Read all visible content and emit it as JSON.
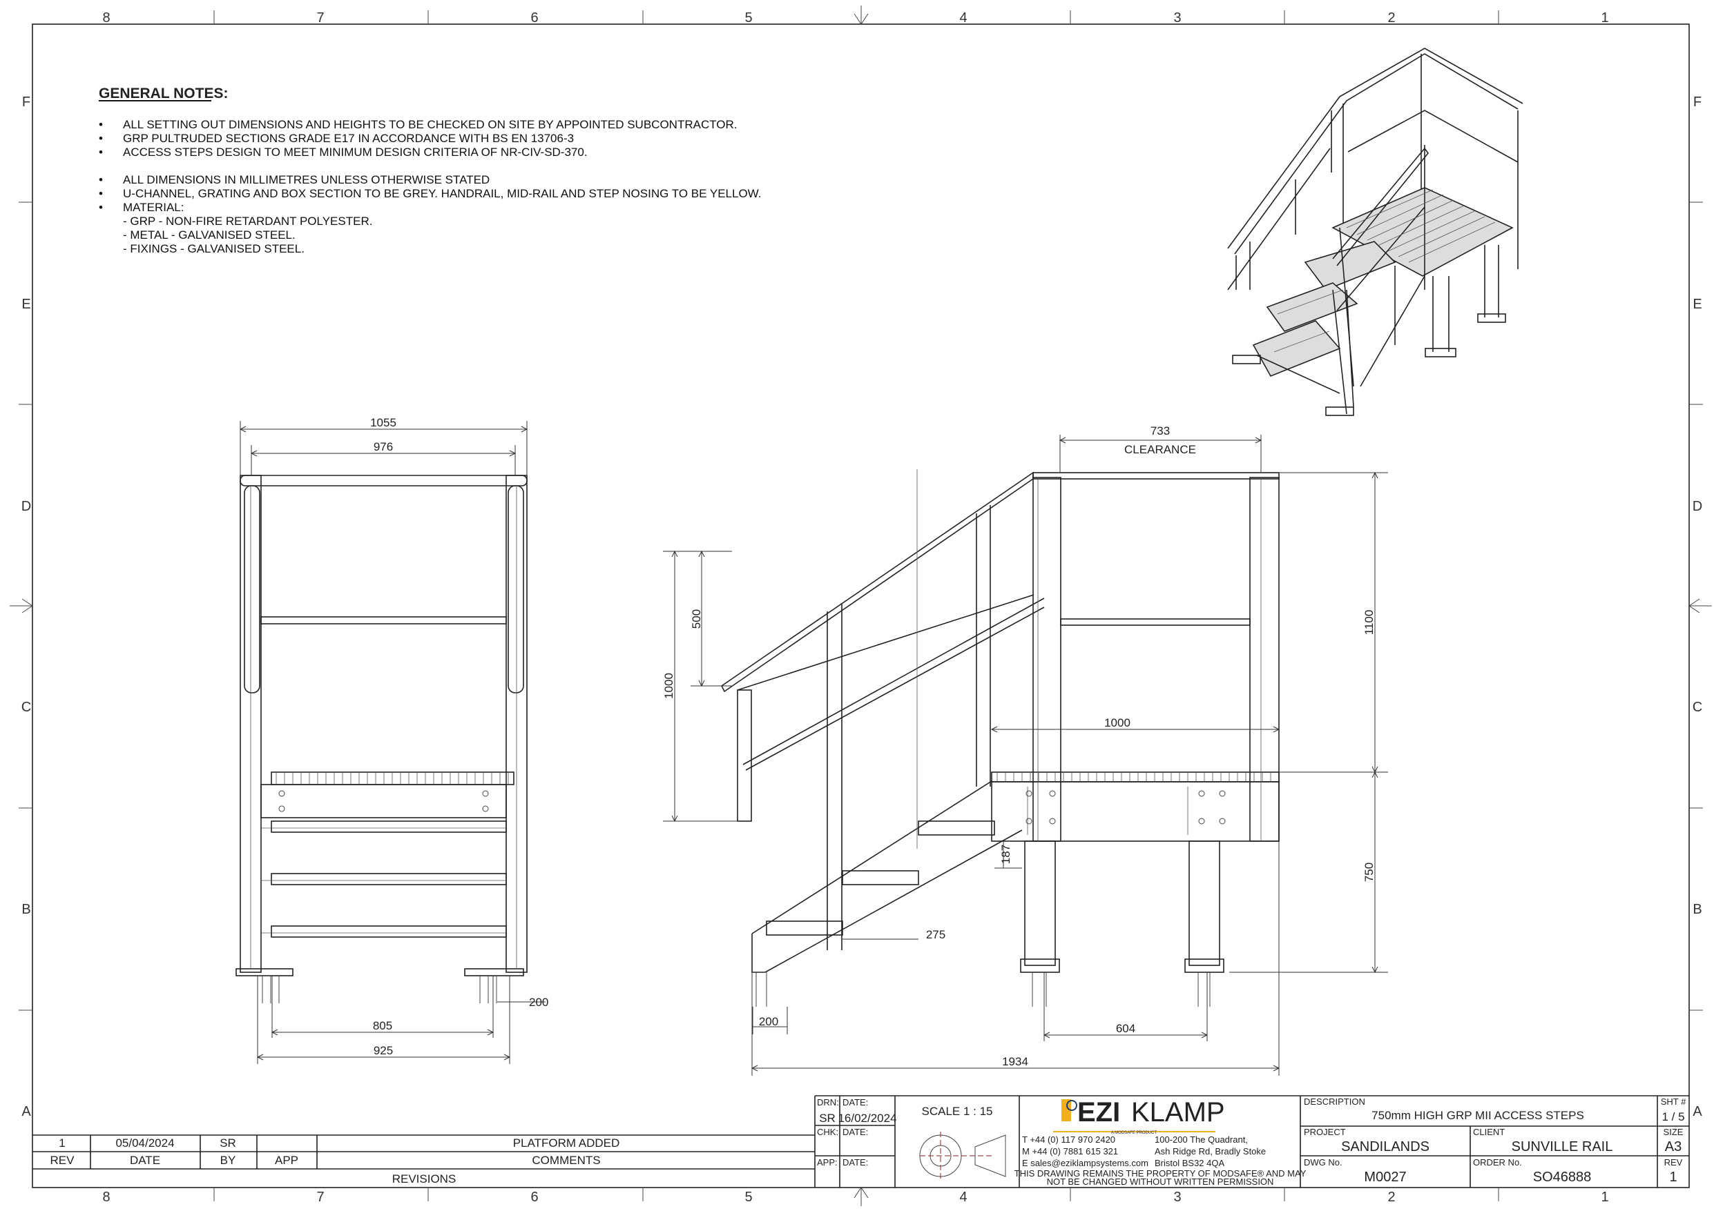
{
  "zones": {
    "columns": [
      "8",
      "7",
      "6",
      "5",
      "4",
      "3",
      "2",
      "1"
    ],
    "rows": [
      "F",
      "E",
      "D",
      "C",
      "B",
      "A"
    ]
  },
  "notes": {
    "title": "GENERAL NOTES:",
    "items": [
      "ALL SETTING OUT DIMENSIONS AND HEIGHTS TO BE CHECKED ON SITE BY APPOINTED SUBCONTRACTOR.",
      "GRP PULTRUDED SECTIONS GRADE E17 IN ACCORDANCE WITH BS EN 13706-3",
      "ACCESS STEPS DESIGN TO MEET MINIMUM DESIGN CRITERIA OF NR-CIV-SD-370.",
      "ALL DIMENSIONS IN MILLIMETRES UNLESS OTHERWISE STATED",
      "U-CHANNEL, GRATING AND BOX SECTION TO BE GREY. HANDRAIL, MID-RAIL AND STEP NOSING TO BE YELLOW.",
      "MATERIAL:"
    ],
    "sub_items": [
      "- GRP - NON-FIRE RETARDANT POLYESTER.",
      "- METAL - GALVANISED STEEL.",
      "- FIXINGS - GALVANISED STEEL."
    ]
  },
  "front_view": {
    "dims": {
      "overall_width": "1055",
      "rail_width": "976",
      "base_inner": "805",
      "base_outer": "925",
      "plate": "200"
    }
  },
  "side_view": {
    "dims": {
      "clearance": "733",
      "clearance_label": "CLEARANCE",
      "rail_500": "500",
      "rail_1000": "1000",
      "rail_1100": "1100",
      "platform_1000": "1000",
      "platform_750": "750",
      "riser": "187",
      "going": "275",
      "legs": "604",
      "plate": "200",
      "overall": "1934"
    }
  },
  "revisions": {
    "headers": {
      "rev": "REV",
      "date": "DATE",
      "by": "BY",
      "app": "APP",
      "comments": "COMMENTS"
    },
    "rows": [
      {
        "rev": "1",
        "date": "05/04/2024",
        "by": "SR",
        "app": "",
        "comments": "PLATFORM ADDED"
      }
    ],
    "label": "REVISIONS"
  },
  "title_block": {
    "drn_label": "DRN:",
    "drn": "SR",
    "drn_date_label": "DATE:",
    "drn_date": "16/02/2024",
    "chk_label": "CHK:",
    "chk_date_label": "DATE:",
    "app_label": "APP:",
    "app_date_label": "DATE:",
    "scale": "SCALE 1 : 15",
    "logo": {
      "word1": "EZI",
      "word2": "KLAMP",
      "tagline": "A MODSAFE PRODUCT",
      "brand_color": "#1d3f6e",
      "accent_color": "#f2b01e"
    },
    "contact": {
      "phone": "T +44 (0) 117 970 2420",
      "mobile": "M +44 (0) 7881 615 321",
      "email": "E sales@eziklampsystems.com",
      "addr1": "100-200 The Quadrant,",
      "addr2": "Ash Ridge Rd, Bradly Stoke",
      "addr3": "Bristol BS32 4QA"
    },
    "disclaimer1": "THIS DRAWING REMAINS THE PROPERTY OF MODSAFE® AND MAY",
    "disclaimer2": "NOT BE CHANGED WITHOUT WRITTEN PERMISSION",
    "description_label": "DESCRIPTION",
    "description": "750mm HIGH GRP MII ACCESS STEPS",
    "sheet_label": "SHT #",
    "sheet": "1 / 5",
    "project_label": "PROJECT",
    "project": "SANDILANDS",
    "client_label": "CLIENT",
    "client": "SUNVILLE RAIL",
    "size_label": "SIZE",
    "size": "A3",
    "dwg_label": "DWG No.",
    "dwg": "M0027",
    "order_label": "ORDER No.",
    "order": "SO46888",
    "rev_label": "REV",
    "rev": "1"
  }
}
